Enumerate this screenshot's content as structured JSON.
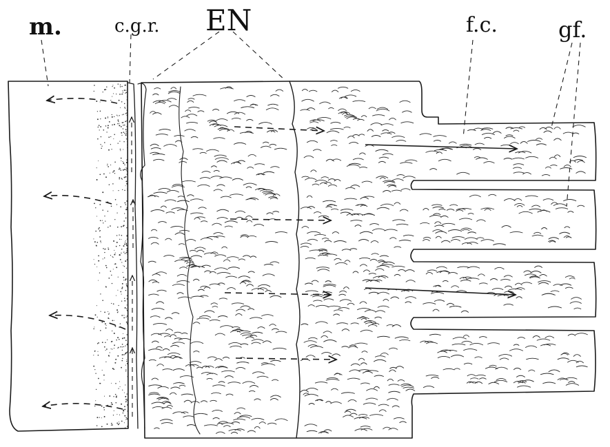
{
  "labels": {
    "m": "m.",
    "cgr": "c.g.r.",
    "en": "EN",
    "fc": "f.c.",
    "gf": "gf."
  }
}
